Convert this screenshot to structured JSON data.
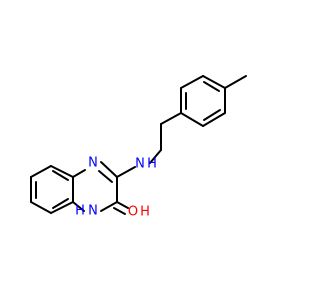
{
  "molecule": {
    "atom_labels": {
      "n4": "N",
      "n1h": "H",
      "n1": "N",
      "nh_n": "N",
      "nh_h": "H",
      "o": "O",
      "oh": "H"
    },
    "colors": {
      "bond": "#000000",
      "nitrogen": "#0000ff",
      "oxygen": "#ff0000",
      "background": "#ffffff"
    }
  }
}
